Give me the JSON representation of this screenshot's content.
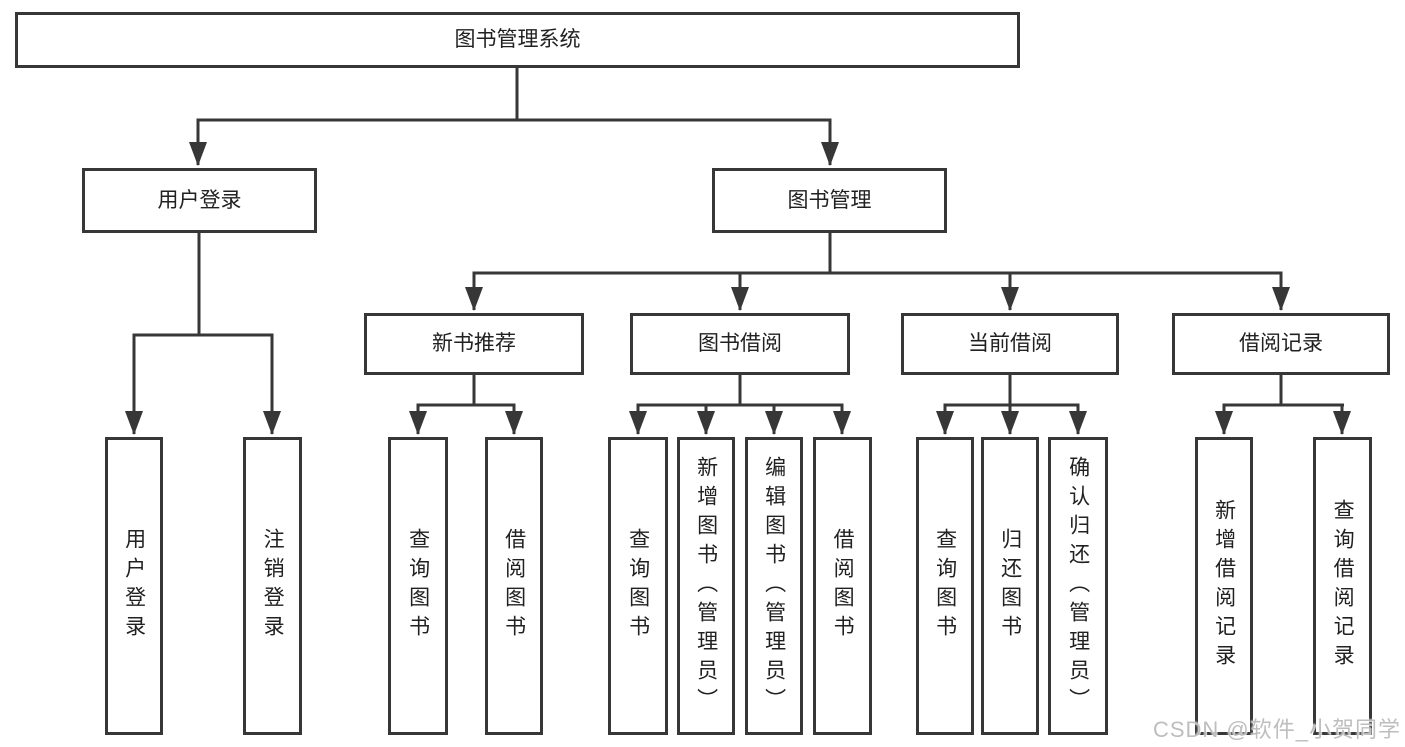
{
  "diagram": {
    "type": "tree",
    "root_label": "图书管理系统",
    "branches": [
      {
        "label": "用户登录",
        "children": [
          {
            "label": "用户登录"
          },
          {
            "label": "注销登录"
          }
        ]
      },
      {
        "label": "图书管理",
        "children": [
          {
            "label": "新书推荐",
            "children": [
              {
                "label": "查询图书"
              },
              {
                "label": "借阅图书"
              }
            ]
          },
          {
            "label": "图书借阅",
            "children": [
              {
                "label": "查询图书"
              },
              {
                "label": "新增图书（管理员）"
              },
              {
                "label": "编辑图书（管理员）"
              },
              {
                "label": "借阅图书"
              }
            ]
          },
          {
            "label": "当前借阅",
            "children": [
              {
                "label": "查询图书"
              },
              {
                "label": "归还图书"
              },
              {
                "label": "确认归还（管理员）"
              }
            ]
          },
          {
            "label": "借阅记录",
            "children": [
              {
                "label": "新增借阅记录"
              },
              {
                "label": "查询借阅记录"
              }
            ]
          }
        ]
      }
    ]
  },
  "watermark": {
    "text": "CSDN @软件_小贺同学"
  },
  "colors": {
    "line": "#373737",
    "box_border": "#373737",
    "text": "#212121",
    "background": "#ffffff",
    "watermark": "#bababa"
  }
}
